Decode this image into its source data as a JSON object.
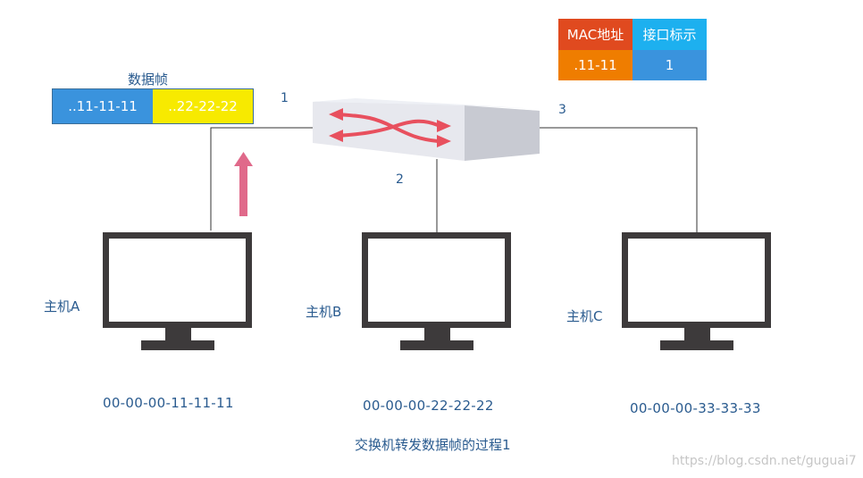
{
  "frame": {
    "title": "数据帧",
    "src": "..11-11-11",
    "dst": "..22-22-22"
  },
  "mac_table": {
    "header_mac": "MAC地址",
    "header_port": "接口标示",
    "row_mac": ".11-11",
    "row_port": "1"
  },
  "ports": {
    "p1": "1",
    "p2": "2",
    "p3": "3"
  },
  "hosts": {
    "a": {
      "label": "主机A",
      "mac": "00-00-00-11-11-11"
    },
    "b": {
      "label": "主机B",
      "mac": "00-00-00-22-22-22"
    },
    "c": {
      "label": "主机C",
      "mac": "00-00-00-33-33-33"
    }
  },
  "caption": "交换机转发数据帧的过程1",
  "watermark": "https://blog.csdn.net/guguai7",
  "colors": {
    "frame_src": "#3a93dd",
    "frame_dst": "#f7ea00",
    "mac_header": "#e04a1f",
    "port_header": "#1db0ef",
    "mac_cell": "#ef7d00",
    "port_cell": "#3a93dd",
    "arrow": "#e0698a",
    "switch_arrows": "#e8505e",
    "monitor": "#3d3a3b"
  }
}
